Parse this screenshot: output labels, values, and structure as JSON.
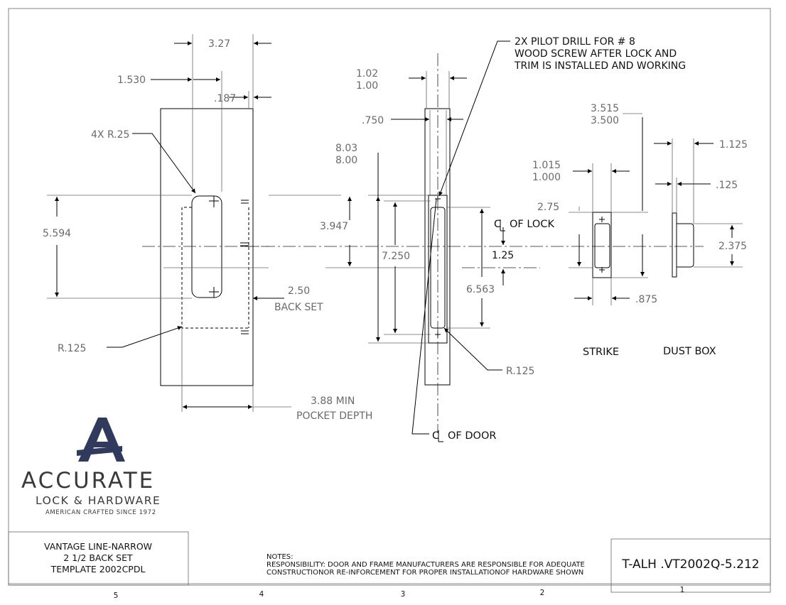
{
  "brand": {
    "name": "ACCURATE",
    "line2": "LOCK & HARDWARE",
    "tagline": "AMERICAN CRAFTED SINCE 1972",
    "logo_color": "#2f3a5c"
  },
  "title_block": {
    "line1": "VANTAGE LINE-NARROW",
    "line2": "2 1/2 BACK SET",
    "line3": "TEMPLATE 2002CPDL",
    "notes_heading": "NOTES:",
    "notes_line1": "RESPONSIBILITY: DOOR AND FRAME MANUFACTURERS ARE  RESPONSIBLE FOR ADEQUATE",
    "notes_line2": "CONSTRUCTIONOR RE-INFORCEMENT FOR PROPER INSTALLATIONOF HARDWARE SHOWN",
    "part_number": "T-ALH .VT2002Q-5.212"
  },
  "zones": [
    "5",
    "4",
    "3",
    "2",
    "1"
  ],
  "dimensions": {
    "width_327": "3.27",
    "d_1530": "1.530",
    "d_187": ".187",
    "radius_4x": "4X R.25",
    "d_5594": "5.594",
    "backset_value": "2.50",
    "backset_label": "BACK SET",
    "radius_left": "R.125",
    "pocket_value": "3.88 MIN",
    "pocket_label": "POCKET DEPTH",
    "d_102": "1.02",
    "d_100": "1.00",
    "d_750": ".750",
    "d_803": "8.03",
    "d_800": "8.00",
    "d_3947": "3.947",
    "d_7250": "7.250",
    "d_6563": "6.563",
    "radius_center": "R.125",
    "pilot_line1": "2X PILOT DRILL FOR # 8",
    "pilot_line2": "WOOD SCREW AFTER LOCK AND",
    "pilot_line3": "TRIM IS INSTALLED AND WORKING",
    "cl_lock": "OF LOCK",
    "d_125": "1.25",
    "cl_door": "OF DOOR",
    "d_3515": "3.515",
    "d_3500": "3.500",
    "d_1015": "1.015",
    "d_1000": "1.000",
    "d_275": "2.75",
    "d_875": ".875",
    "d_1125": "1.125",
    "d_dot125": ".125",
    "d_2375": "2.375"
  },
  "labels": {
    "strike": "STRIKE",
    "dust_box": "DUST BOX"
  }
}
